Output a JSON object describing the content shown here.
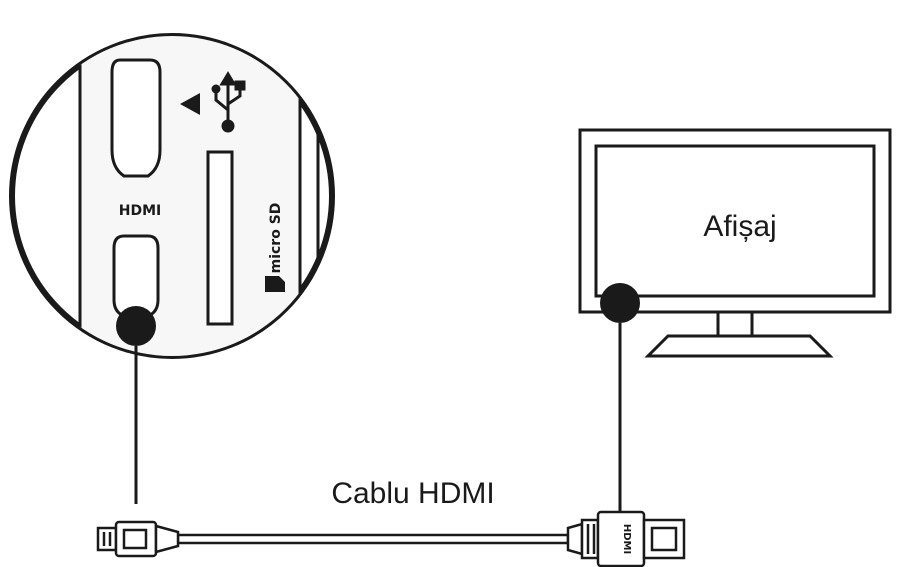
{
  "diagram": {
    "device": {
      "port_label": "HDMI",
      "card_label": "micro SD"
    },
    "display": {
      "label": "Afișaj"
    },
    "cable": {
      "label": "Cablu HDMI",
      "plug_text": "HDMI"
    },
    "colors": {
      "stroke": "#1a1a1a",
      "fill": "#ffffff",
      "dot": "#1a1a1a",
      "panel": "#f7f7f7"
    }
  }
}
